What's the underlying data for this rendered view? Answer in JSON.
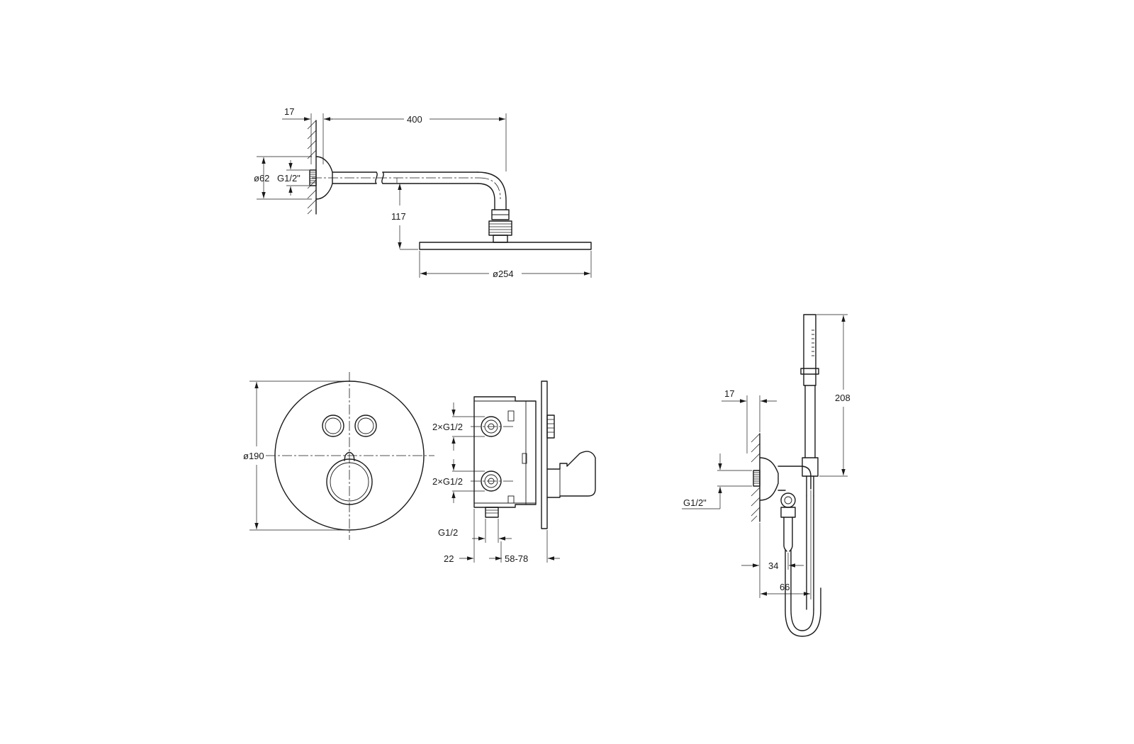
{
  "shower_arm": {
    "wall_depth": "17",
    "arm_length": "400",
    "flange_diameter": "ø62",
    "thread": "G1/2\"",
    "drop_height": "117",
    "head_diameter": "ø254"
  },
  "mixer_front": {
    "plate_diameter": "ø190"
  },
  "mixer_side": {
    "outlets_top": "2×G1/2",
    "outlets_bottom": "2×G1/2",
    "bottom_thread": "G1/2",
    "plate_offset": "22",
    "install_depth": "58-78"
  },
  "hand_shower": {
    "wall_depth": "17",
    "height": "208",
    "thread": "G1/2\"",
    "outlet_offset": "34",
    "holder_projection": "66"
  }
}
